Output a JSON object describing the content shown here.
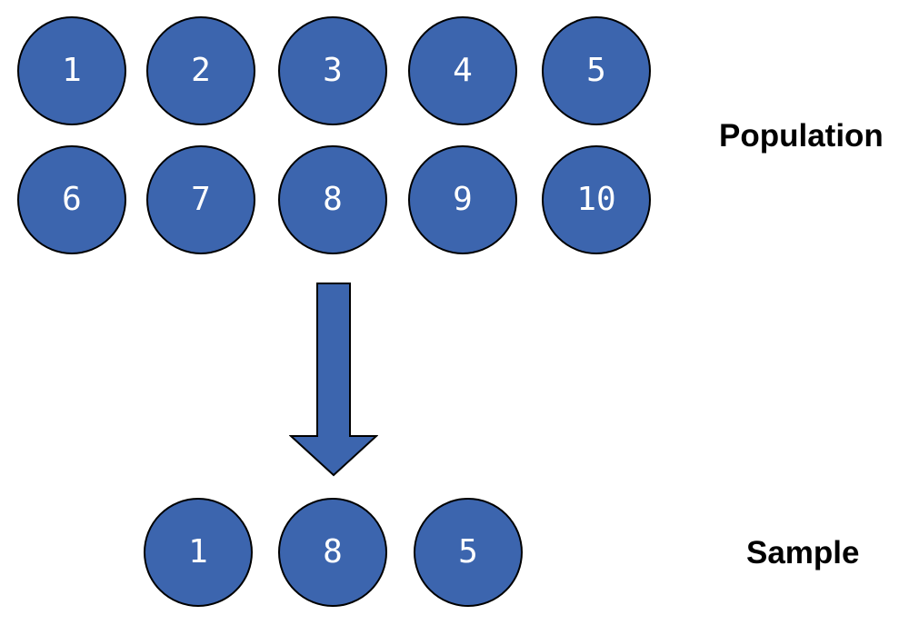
{
  "colors": {
    "node_fill": "#3c65ae",
    "node_stroke": "#000000",
    "node_text": "#ffffff",
    "label_text": "#000000"
  },
  "population": {
    "label": "Population",
    "items": [
      "1",
      "2",
      "3",
      "4",
      "5",
      "6",
      "7",
      "8",
      "9",
      "10"
    ]
  },
  "arrow": {
    "icon": "down-arrow-icon"
  },
  "sample": {
    "label": "Sample",
    "items": [
      "1",
      "8",
      "5"
    ]
  }
}
